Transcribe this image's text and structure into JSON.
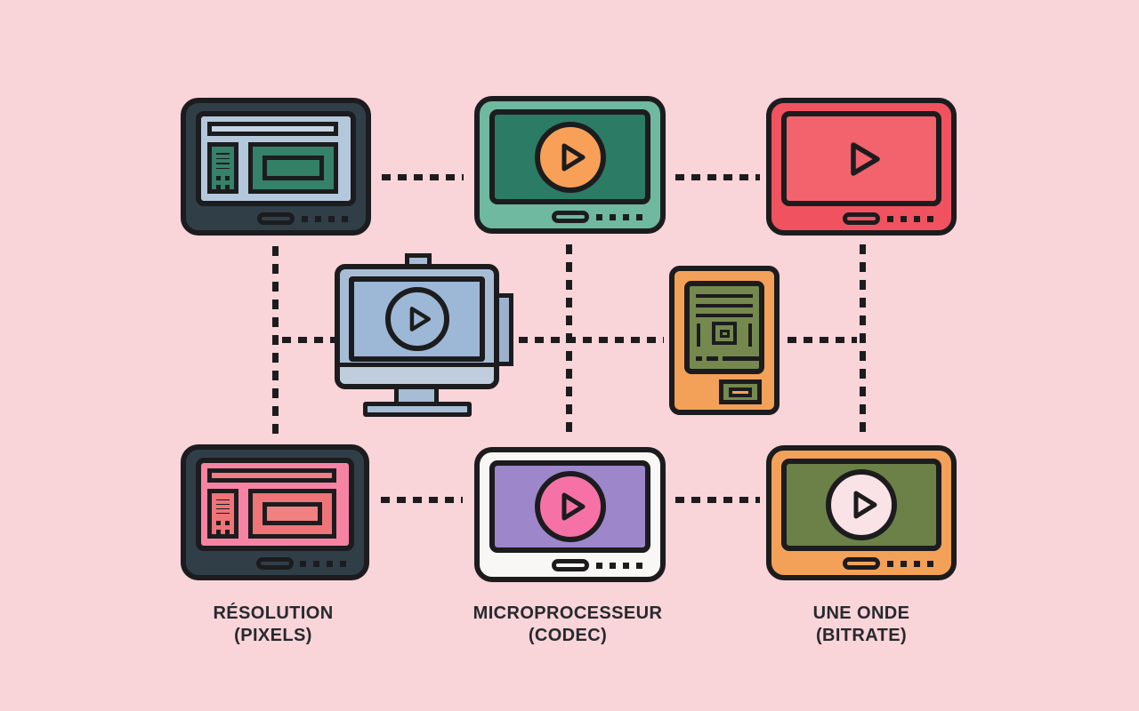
{
  "labels": [
    {
      "name": "resolution",
      "line1": "RÉSOLUTION",
      "line2": "(PIXELS)"
    },
    {
      "name": "codec",
      "line1": "MICROPROCESSEUR",
      "line2": "(CODEC)"
    },
    {
      "name": "bitrate",
      "line1": "UNE ONDE",
      "line2": "(BITRATE)"
    }
  ],
  "icons": [
    {
      "name": "tablet-browser-dark-icon",
      "position": "top-left"
    },
    {
      "name": "tablet-video-player-teal-icon",
      "position": "top-center"
    },
    {
      "name": "tablet-video-player-red-icon",
      "position": "top-right"
    },
    {
      "name": "monitor-video-player-icon",
      "position": "middle-left"
    },
    {
      "name": "ereader-document-icon",
      "position": "middle-right"
    },
    {
      "name": "tablet-browser-pink-icon",
      "position": "bottom-left"
    },
    {
      "name": "tablet-video-player-purple-icon",
      "position": "bottom-center"
    },
    {
      "name": "tablet-video-player-olive-icon",
      "position": "bottom-right"
    }
  ],
  "colors": {
    "background": "#f9d4d9",
    "outline": "#1c1c1e",
    "dark_frame": "#303e48",
    "light_blue_screen": "#b4c8dc",
    "green_ui": "#35816a",
    "teal_frame": "#6fb9a0",
    "dark_green_screen": "#2c7b65",
    "orange_play": "#f8a057",
    "red_frame": "#f0535f",
    "red_screen": "#f3636d",
    "monitor_blue": "#a7bdd6",
    "kiosk_orange": "#f3a159",
    "olive_screen": "#6b8148",
    "pink_screen": "#f783a4",
    "salmon_ui": "#ee7478",
    "white_frame": "#f9f7f5",
    "purple_screen": "#9d86ca",
    "pink_play": "#f672a6",
    "pale_play": "#f9e3e7",
    "label_text": "#26292d"
  }
}
